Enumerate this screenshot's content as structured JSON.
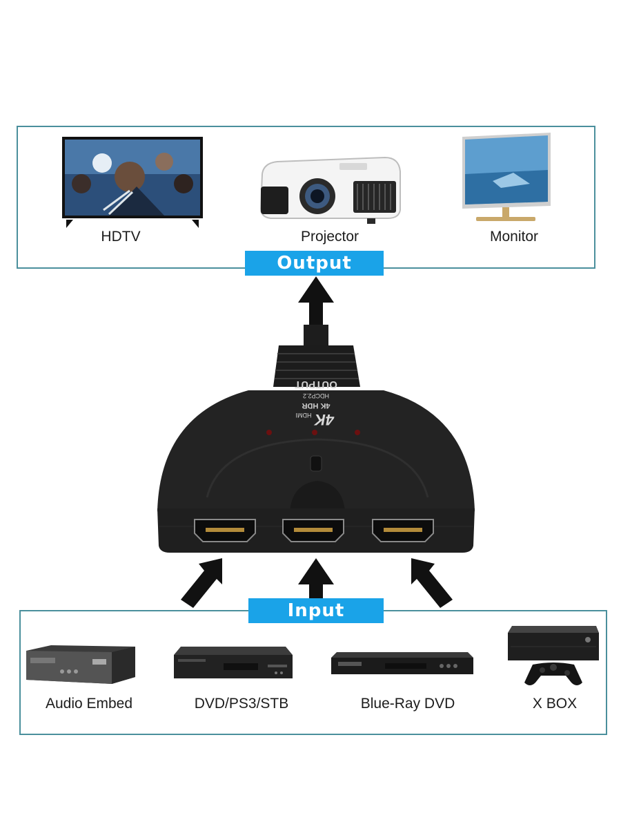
{
  "output": {
    "banner": "Output",
    "devices": [
      {
        "label": "HDTV",
        "icon": "tv-icon"
      },
      {
        "label": "Projector",
        "icon": "projector-icon"
      },
      {
        "label": "Monitor",
        "icon": "monitor-icon"
      }
    ]
  },
  "input": {
    "banner": "Input",
    "devices": [
      {
        "label": "Audio Embed",
        "icon": "audio-receiver-icon"
      },
      {
        "label": "DVD/PS3/STB",
        "icon": "dvd-player-icon"
      },
      {
        "label": "Blue-Ray DVD",
        "icon": "bluray-player-icon"
      },
      {
        "label": "X BOX",
        "icon": "xbox-console-icon"
      }
    ]
  },
  "switch": {
    "output_label": "OUTPUT",
    "hdr_label": "4K HDR",
    "hdcp_label": "HDCP2.2",
    "logo_text": "4K",
    "hdmi_logo": "HDMI"
  },
  "colors": {
    "accent": "#1aa3e8",
    "frame": "#4a8f9c",
    "device": "#1c1c1c"
  }
}
